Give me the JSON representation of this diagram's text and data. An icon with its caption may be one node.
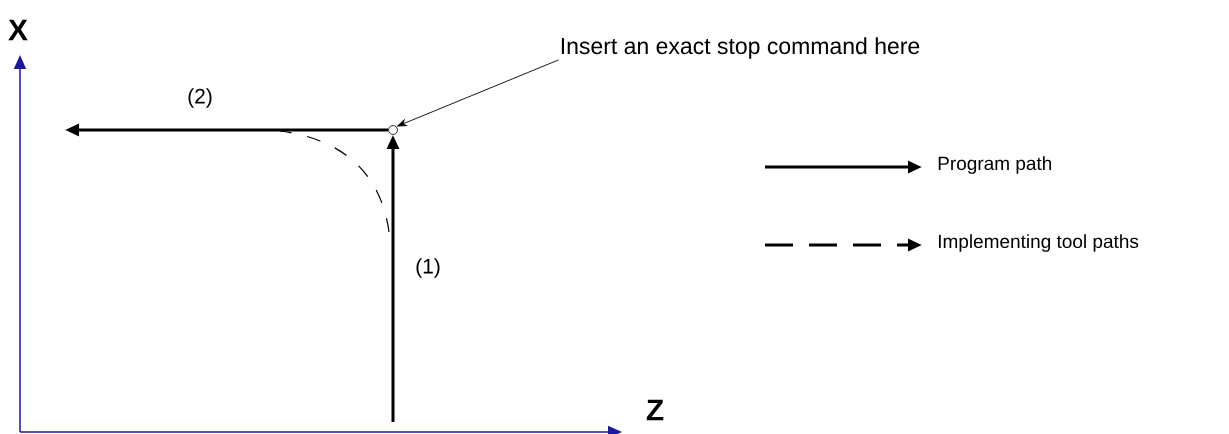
{
  "diagram": {
    "nodes": [
      {
        "text": [
          "Insert an exact stop command here"
        ]
      },
      {
        "text": [],
        "shape": "circle"
      }
    ],
    "edges": [
      {
        "from": null,
        "to": 1,
        "arrow": "to",
        "label": "(1)"
      },
      {
        "from": 1,
        "to": null,
        "arrow": "to",
        "label": "(2)"
      },
      {
        "from": 0,
        "to": 1,
        "arrow": "to"
      }
    ],
    "labels": [
      "X",
      "Z"
    ],
    "legend": [
      {
        "text": "Program path"
      },
      {
        "text": "Implementing tool paths"
      }
    ]
  }
}
